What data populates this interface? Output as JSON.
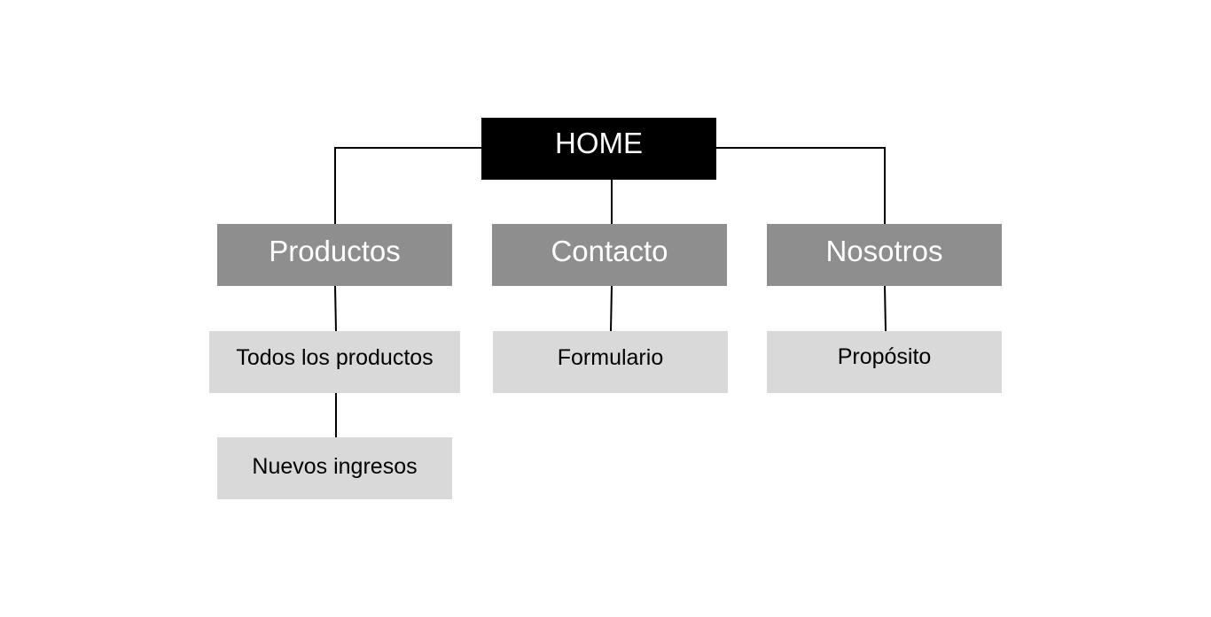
{
  "sitemap": {
    "root": {
      "label": "HOME"
    },
    "sections": [
      {
        "label": "Productos",
        "pages": [
          {
            "label": "Todos los productos"
          },
          {
            "label": "Nuevos ingresos"
          }
        ]
      },
      {
        "label": "Contacto",
        "pages": [
          {
            "label": "Formulario"
          }
        ]
      },
      {
        "label": "Nosotros",
        "pages": [
          {
            "label": "Propósito"
          }
        ]
      }
    ]
  },
  "colors": {
    "root_fill": "#000000",
    "root_text": "#ffffff",
    "section_fill": "#8e8e8e",
    "section_text": "#ffffff",
    "page_fill": "#d9d9d9",
    "page_text": "#000000",
    "connector": "#000000"
  }
}
